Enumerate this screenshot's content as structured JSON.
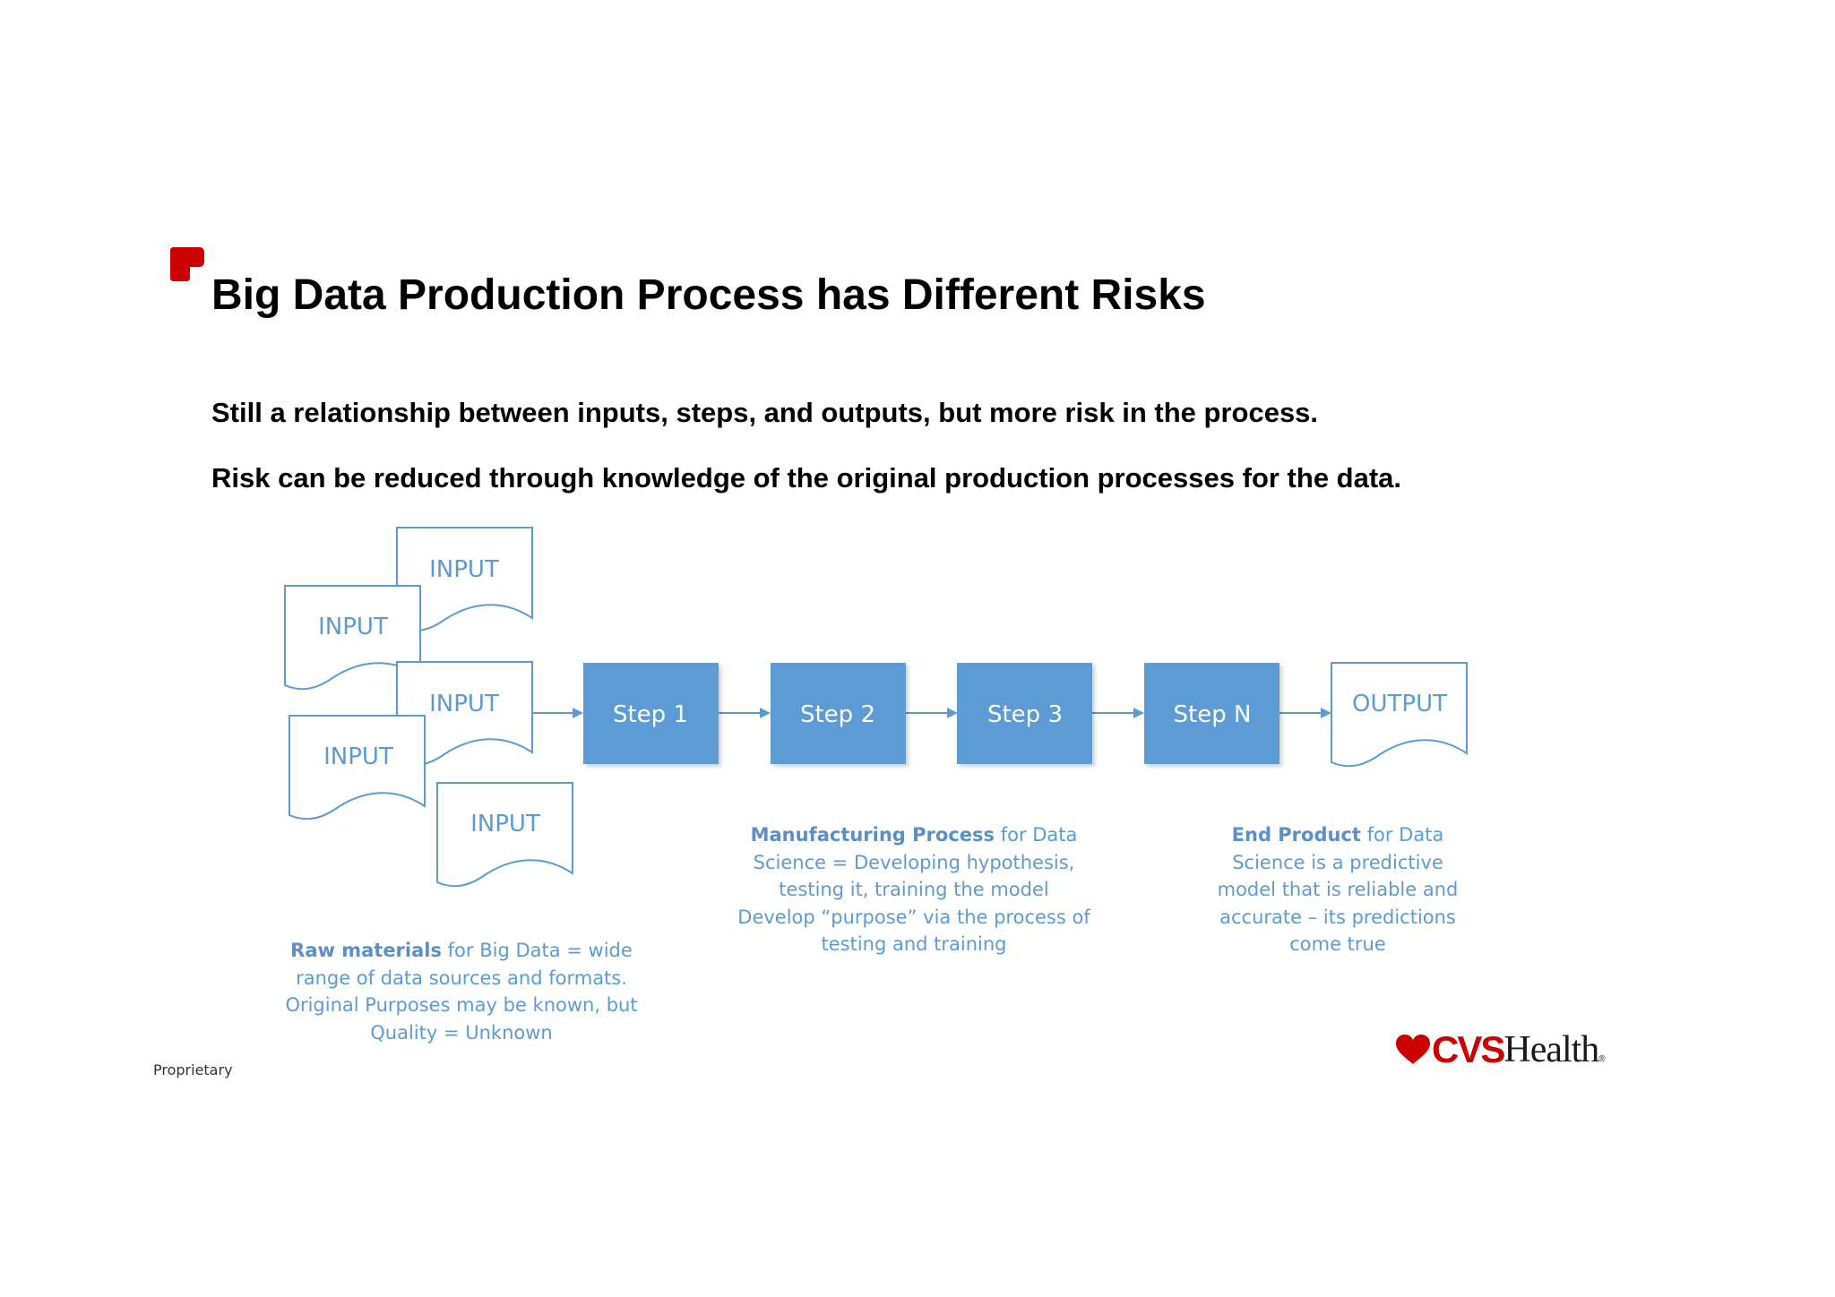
{
  "slide": {
    "title": "Big Data Production Process has Different Risks",
    "bullets": [
      "Still a relationship between inputs, steps, and outputs, but more risk in the process.",
      "Risk can be reduced through knowledge of the original production processes for the data."
    ],
    "footer": "Proprietary",
    "accent_color": "#cc0000"
  },
  "diagram": {
    "node_fill": "#5b9bd5",
    "line_color": "#5b9bd5",
    "inputs": [
      "INPUT",
      "INPUT",
      "INPUT",
      "INPUT",
      "INPUT"
    ],
    "steps": [
      "Step 1",
      "Step 2",
      "Step 3",
      "Step N"
    ],
    "output": "OUTPUT",
    "captions": {
      "raw": {
        "bold": "Raw materials",
        "lines": [
          " for Big Data = wide",
          "range of data sources and formats.",
          "Original Purposes may be known, but",
          "Quality = Unknown"
        ]
      },
      "manufacturing": {
        "bold": "Manufacturing Process",
        "lines": [
          " for Data",
          "Science = Developing hypothesis,",
          "testing it, training the model",
          "Develop “purpose” via the process of",
          "testing and training"
        ]
      },
      "end": {
        "bold": "End Product",
        "lines": [
          " for Data",
          "Science is a predictive",
          "model that is reliable and",
          "accurate – its predictions",
          "come true"
        ]
      }
    }
  },
  "logo": {
    "cvs": "CVS",
    "health": "Health",
    "mark": "®",
    "brand_color": "#cc0000",
    "icon": "heart-icon"
  }
}
